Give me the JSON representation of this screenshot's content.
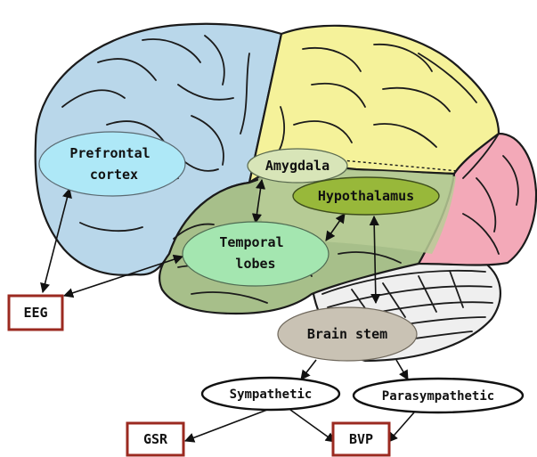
{
  "diagram": {
    "regions": {
      "prefrontal_cortex": "Prefrontal\ncortex",
      "amygdala": "Amygdala",
      "hypothalamus": "Hypothalamus",
      "temporal_lobes": "Temporal\nlobes",
      "brain_stem": "Brain stem",
      "sympathetic": "Sympathetic",
      "parasympathetic": "Parasympathetic"
    },
    "measurements": {
      "eeg": "EEG",
      "gsr": "GSR",
      "bvp": "BVP"
    },
    "colors": {
      "frontal_lobe": "#b9d7ea",
      "parietal_lobe": "#f5f29a",
      "occipital_lobe": "#f3a9b8",
      "temporal_lobe": "#a7bf8a",
      "limbic_band": "#b9cd97",
      "cerebellum": "#efefef",
      "prefrontal_label": "#aee8f7",
      "amygdala_label": "#d8e5b8",
      "hypothalamus_label": "#98b83a",
      "temporal_label": "#a4e6b0",
      "brain_stem": "#c9c2b4",
      "measurement_border": "#9b2a20"
    }
  }
}
